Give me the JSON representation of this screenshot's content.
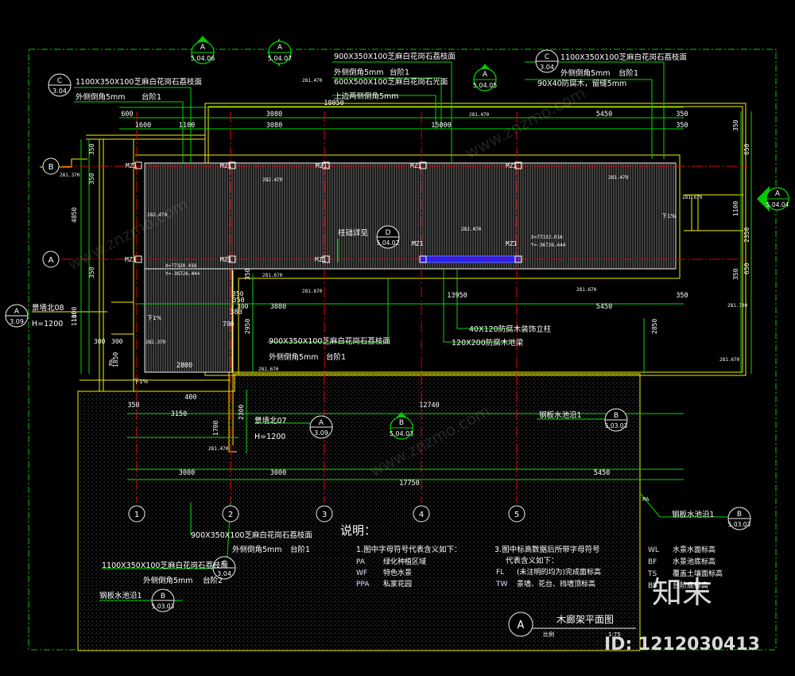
{
  "title": "木廊架平面图",
  "title_bubble": "A",
  "scale_label": "比例",
  "scale_value": "1:75",
  "watermark": {
    "brand": "知末",
    "id": "ID: 1212030413",
    "site": "www.znzmo.com"
  },
  "colors": {
    "bg": "#000000",
    "yellow": "#f5f000",
    "green": "#00e000",
    "red": "#e00000",
    "white": "#f0f0f0",
    "cyan": "#00e5e5",
    "blue": "#3030ff",
    "magenta": "#ff40ff"
  },
  "top_dims": {
    "total": "18050",
    "a": "600",
    "b": "3080",
    "c": "15000",
    "d": "5450",
    "e": "350",
    "f": "1600",
    "g": "1100",
    "h": "3080",
    "i": "350"
  },
  "mid_dims": {
    "a": "350",
    "b": "3080",
    "c": "13950",
    "d": "5450",
    "e": "350",
    "f": "380"
  },
  "low_dims": {
    "a": "12740",
    "b": "3150",
    "c": "3000",
    "d": "3000",
    "e": "5450",
    "f": "17750",
    "g": "2800",
    "h": "350",
    "i": "400"
  },
  "left_dims": [
    "4850",
    "350",
    "1100",
    "350",
    "300",
    "300",
    "1850",
    "350"
  ],
  "right_dims": [
    "350",
    "650",
    "1100",
    "2350",
    "650",
    "350"
  ],
  "misc_dims": [
    "2950",
    "2850",
    "2300",
    "1700",
    "350",
    "700",
    "1100",
    "350",
    "300"
  ],
  "axes": {
    "cols": [
      "1",
      "2",
      "3",
      "4",
      "5"
    ],
    "rows": [
      "A",
      "B"
    ]
  },
  "section_marks": [
    {
      "top": "A",
      "bottom": "5.04.06"
    },
    {
      "top": "A",
      "bottom": "5.04.07"
    },
    {
      "top": "A",
      "bottom": "5.04.05"
    },
    {
      "top": "A",
      "bottom": "5.04.04"
    },
    {
      "top": "B",
      "bottom": "5.04.03"
    }
  ],
  "detail_marks": [
    {
      "top": "C",
      "bottom": "3.04"
    },
    {
      "top": "C",
      "bottom": "3.04"
    },
    {
      "top": "D",
      "bottom": "5.04.02"
    },
    {
      "top": "A",
      "bottom": "3.09"
    },
    {
      "top": "A",
      "bottom": "3.09"
    },
    {
      "top": "B",
      "bottom": "5.03.03"
    },
    {
      "top": "B",
      "bottom": "5.03.03"
    },
    {
      "top": "C",
      "bottom": "3.04"
    },
    {
      "top": "B",
      "bottom": "5.03.03"
    }
  ],
  "post_label": "MZ1",
  "labels": {
    "l1a": "900X350X100芝麻白花岗石荔枝面",
    "l1b": "外侧倒角5mm",
    "l1c": "台阶1",
    "l2": "600X500X100芝麻白花岗石光面",
    "l3": "上边两侧倒角5mm",
    "l4a": "1100X350X100芝麻白花岗石荔枝面",
    "l4b": "外侧倒角5mm",
    "l4c": "台阶1",
    "l5": "90X40防腐木，留缝5mm",
    "l6a": "1100X350X100芝麻白花岗石荔枝面",
    "l6b": "外侧倒角5mm",
    "l6c": "台阶1",
    "l7": "柱础详见",
    "l8a": "900X350X100芝麻白花岗石荔枝面",
    "l8b": "外侧倒角5mm",
    "l8c": "台阶1",
    "l9": "40X120防腐木装饰立柱",
    "l10": "120X200防腐木地梁",
    "l11a": "景墙北08",
    "l11b": "H=1200",
    "l12a": "景墙北07",
    "l12b": "H=1200",
    "l13": "钢板水池沿1",
    "l14": "钢板水池沿1",
    "l15a": "900X350X100芝麻白花岗石荔枝面",
    "l15b": "外侧倒角5mm",
    "l15c": "台阶1",
    "l16a": "1100X350X100芝麻白花岗石荔枝面",
    "l16b": "外侧倒角5mm",
    "l16c": "台阶2",
    "l17": "钢板水池沿1"
  },
  "elevations": [
    "281.370",
    "281.470",
    "282.470",
    "282.470",
    "281.470",
    "281.670",
    "281.670",
    "281.670",
    "281.470",
    "281.670",
    "282.470",
    "282.370",
    "281.700",
    "281.670",
    "281.470",
    "281.670"
  ],
  "coords": {
    "c1a": "X=77320.016",
    "c1b": "Y=-36726.444",
    "c2a": "X=77332.016",
    "c2b": "Y=-36726.444"
  },
  "slope": [
    "下1%",
    "下1%",
    "下1%"
  ],
  "water": [
    "PA",
    "PA"
  ],
  "notes": {
    "heading": "说明：",
    "n1": "1.图中字母符号代表含义如下：",
    "abbr1": [
      {
        "k": "PA",
        "v": "绿化种植区域"
      },
      {
        "k": "WF",
        "v": "特色水景"
      },
      {
        "k": "PPA",
        "v": "私家花园"
      }
    ],
    "n3a": "3.图中标高数据后所带字母符号",
    "n3b": "代表含义如下：",
    "abbr3": [
      {
        "k": "FL",
        "v": "(未注明的均为)完成面标高"
      },
      {
        "k": "TW",
        "v": "景墙、花台、挡墙顶标高"
      }
    ],
    "abbr4": [
      {
        "k": "WL",
        "v": "水景水面标高"
      },
      {
        "k": "BF",
        "v": "水景池底标高"
      },
      {
        "k": "TS",
        "v": "覆盖土壤面标高"
      },
      {
        "k": "BS",
        "v": "台阶底标高"
      }
    ]
  }
}
